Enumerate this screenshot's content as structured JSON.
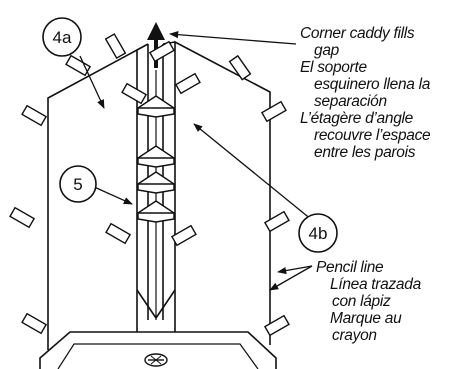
{
  "callouts": {
    "c4a": "4a",
    "c4b": "4b",
    "c5": "5"
  },
  "caption_top": {
    "en_1": "Corner caddy fills",
    "en_2": "gap",
    "es_1": "El soporte",
    "es_2": "esquinero llena la",
    "es_3": "separación",
    "fr_1": "L’étagère d’angle",
    "fr_2": "recouvre l’espace",
    "fr_3": "entre les parois"
  },
  "caption_bottom": {
    "en_1": "Pencil line",
    "es_1": "Línea trazada",
    "es_2": "con lápiz",
    "fr_1": "Marque au",
    "fr_2": "crayon"
  },
  "icons": [
    "arrow-up-icon",
    "drain-icon"
  ],
  "colors": {
    "ink": "#111111",
    "background": "#ffffff"
  }
}
